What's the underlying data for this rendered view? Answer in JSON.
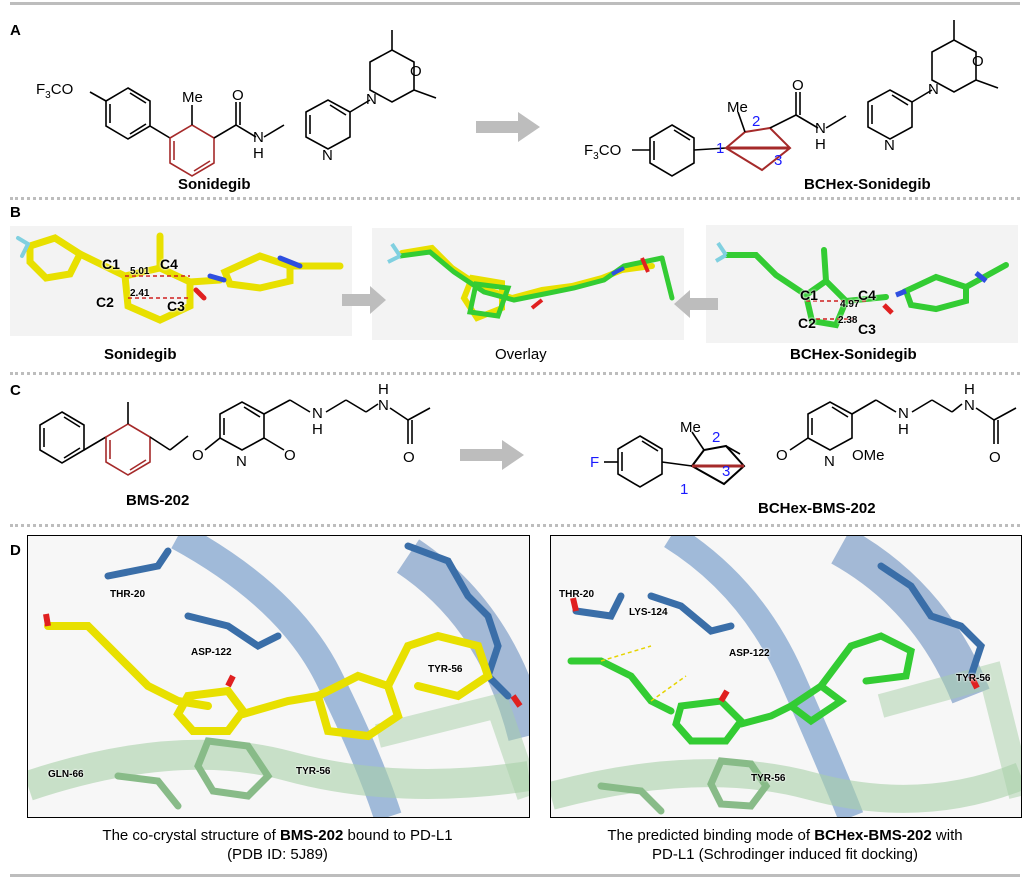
{
  "panels": {
    "a": "A",
    "b": "B",
    "c": "C",
    "d": "D"
  },
  "panel_a": {
    "left_name": "Sonidegib",
    "right_name": "BCHex-Sonidegib",
    "atoms": {
      "ocf3": "F₃CO",
      "me": "Me",
      "nh": "N",
      "h": "H",
      "o": "O",
      "n": "N",
      "pyn": "N"
    },
    "numbers": {
      "n1": "1",
      "n2": "2",
      "n3": "3"
    }
  },
  "panel_b": {
    "left_name": "Sonidegib",
    "middle_name": "Overlay",
    "right_name": "BCHex-Sonidegib",
    "left_labels": {
      "c1": "C1",
      "c2": "C2",
      "c3": "C3",
      "c4": "C4",
      "d1": "5.01",
      "d2": "2.41"
    },
    "right_labels": {
      "c1": "C1",
      "c2": "C2",
      "c3": "C3",
      "c4": "C4",
      "d1": "4.97",
      "d2": "2.38"
    }
  },
  "panel_c": {
    "left_name": "BMS-202",
    "right_name": "BCHex-BMS-202",
    "atoms": {
      "f": "F",
      "me": "Me",
      "ome": "OMe",
      "o": "O",
      "n": "N",
      "nh": "N",
      "h": "H"
    },
    "numbers": {
      "n1": "1",
      "n2": "2",
      "n3": "3"
    }
  },
  "panel_d": {
    "left_residues": {
      "thr20": "THR-20",
      "asp122": "ASP-122",
      "tyr56a": "TYR-56",
      "gln66": "GLN-66",
      "tyr56b": "TYR-56"
    },
    "right_residues": {
      "thr20": "THR-20",
      "lys124": "LYS-124",
      "asp122": "ASP-122",
      "tyr56a": "TYR-56",
      "tyr56b": "TYR-56"
    },
    "left_caption": {
      "pre": "The co-crystal structure of ",
      "bold": "BMS-202",
      "post": " bound to PD-L1",
      "line2": "(PDB ID: 5J89)"
    },
    "right_caption": {
      "pre": "The predicted binding mode of ",
      "bold": "BCHex-BMS-202",
      "post": " with",
      "line2": "PD-L1 (Schrodinger induced fit docking)"
    }
  },
  "colors": {
    "ring_red": "#a52a2a",
    "number_blue": "#1a1aff",
    "yellow": "#e8e000",
    "green": "#33cc33",
    "blue": "#3a6ea8",
    "grey_arrow": "#bdbdbd"
  }
}
